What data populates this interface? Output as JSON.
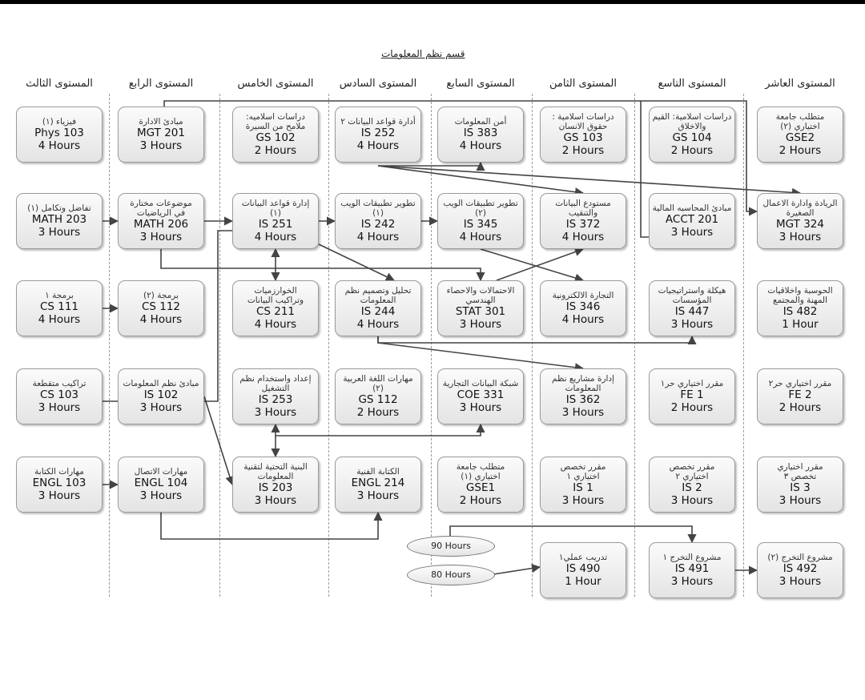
{
  "title": "قسم نظم المعلومات",
  "levels": [
    {
      "id": "l10",
      "label": "المستوى العاشر"
    },
    {
      "id": "l9",
      "label": "المستوى التاسع"
    },
    {
      "id": "l8",
      "label": "المستوى الثامن"
    },
    {
      "id": "l7",
      "label": "المستوى السابع"
    },
    {
      "id": "l6",
      "label": "المستوى السادس"
    },
    {
      "id": "l5",
      "label": "المستوى الخامس"
    },
    {
      "id": "l4",
      "label": "المستوى الرابع"
    },
    {
      "id": "l3",
      "label": "المستوى الثالث"
    }
  ],
  "courses": [
    {
      "id": "phys103",
      "name": "فيزياء (١)",
      "code": "Phys 103",
      "hours": "4 Hours"
    },
    {
      "id": "math203",
      "name": "تفاضل وتكامل (١)",
      "code": "MATH 203",
      "hours": "3 Hours"
    },
    {
      "id": "cs111",
      "name": "برمجة ١",
      "code": "CS 111",
      "hours": "4 Hours"
    },
    {
      "id": "cs103",
      "name": "تراكيب متقطعة",
      "code": "CS 103",
      "hours": "3 Hours"
    },
    {
      "id": "engl103",
      "name": "مهارات الكتابة",
      "code": "ENGL 103",
      "hours": "3 Hours"
    },
    {
      "id": "mgt201",
      "name": "مبادئ الادارة",
      "code": "MGT 201",
      "hours": "3 Hours"
    },
    {
      "id": "math206",
      "name": "موضوعات مختارة\nفي الرياضيات",
      "code": "MATH 206",
      "hours": "3 Hours"
    },
    {
      "id": "cs112",
      "name": "برمجة (٢)",
      "code": "CS 112",
      "hours": "4 Hours"
    },
    {
      "id": "is102",
      "name": "مبادئ نظم المعلومات",
      "code": "IS 102",
      "hours": "3 Hours"
    },
    {
      "id": "engl104",
      "name": "مهارات الاتصال",
      "code": "ENGL 104",
      "hours": "3 Hours"
    },
    {
      "id": "gs102",
      "name": "دراسات اسلاميه:\nملامح من السيرة",
      "code": "GS 102",
      "hours": "2 Hours"
    },
    {
      "id": "is251",
      "name": "إدارة قواعد البيانات\n(١)",
      "code": "IS 251",
      "hours": "4 Hours"
    },
    {
      "id": "cs211",
      "name": "الخوارزميات\nوتراكيب البيانات",
      "code": "CS 211",
      "hours": "4 Hours"
    },
    {
      "id": "is253",
      "name": "إعداد واستخدام نظم\nالتشغيل",
      "code": "IS 253",
      "hours": "3 Hours"
    },
    {
      "id": "is203",
      "name": "البنية التحتية لتقنية\nالمعلومات",
      "code": "IS 203",
      "hours": "3 Hours"
    },
    {
      "id": "is252",
      "name": "أدارة قواعد البيانات ٢",
      "code": "IS 252",
      "hours": "4 Hours"
    },
    {
      "id": "is242",
      "name": "تطوير تطبيقات الويب\n(١)",
      "code": "IS 242",
      "hours": "4 Hours"
    },
    {
      "id": "is244",
      "name": "تحليل وتصميم نظم\nالمعلومات",
      "code": "IS 244",
      "hours": "4 Hours"
    },
    {
      "id": "gs112",
      "name": "مهارات اللغة العربية\n(٢)",
      "code": "GS 112",
      "hours": "2 Hours"
    },
    {
      "id": "engl214",
      "name": "الكتابة الفنية",
      "code": "ENGL 214",
      "hours": "3 Hours"
    },
    {
      "id": "is383",
      "name": "أمن المعلومات",
      "code": "IS 383",
      "hours": "4 Hours"
    },
    {
      "id": "is345",
      "name": "تطوير تطبيقات الويب\n(٢)",
      "code": "IS 345",
      "hours": "4 Hours"
    },
    {
      "id": "stat301",
      "name": "الاحتمالات والاحصاء\nالهندسي",
      "code": "STAT 301",
      "hours": "3 Hours"
    },
    {
      "id": "coe331",
      "name": "شبكة البيانات التجارية",
      "code": "COE 331",
      "hours": "3 Hours"
    },
    {
      "id": "gse1",
      "name": "متطلب جامعة\nاختياري (١)",
      "code": "GSE1",
      "hours": "2 Hours"
    },
    {
      "id": "gs103",
      "name": "دراسات اسلامية :\nحقوق الانسان",
      "code": "GS 103",
      "hours": "2 Hours"
    },
    {
      "id": "is372",
      "name": "مستودع البيانات\nوالتنقيب",
      "code": "IS 372",
      "hours": "4 Hours"
    },
    {
      "id": "is346",
      "name": "التجارة الالكترونية",
      "code": "IS 346",
      "hours": "4 Hours"
    },
    {
      "id": "is362",
      "name": "إدارة مشاريع نظم\nالمعلومات",
      "code": "IS 362",
      "hours": "3 Hours"
    },
    {
      "id": "is1",
      "name": "مقرر تخصص\nاختياري ١",
      "code": "IS 1",
      "hours": "3 Hours"
    },
    {
      "id": "gs104",
      "name": "دراسات اسلامية: القيم\nوالاخلاق",
      "code": "GS 104",
      "hours": "2 Hours"
    },
    {
      "id": "acct201",
      "name": "مبادئ المحاسبه المالية",
      "code": "ACCT 201",
      "hours": "3 Hours"
    },
    {
      "id": "is447",
      "name": "هيكلة واستراتيجيات\nالمؤسسات",
      "code": "IS 447",
      "hours": "3 Hours"
    },
    {
      "id": "fe1",
      "name": "مقرر اختياري حر١",
      "code": "FE 1",
      "hours": "2 Hours"
    },
    {
      "id": "is2",
      "name": "مقرر تخصص\nاختياري ٢",
      "code": "IS 2",
      "hours": "3 Hours"
    },
    {
      "id": "gse2",
      "name": "متطلب جامعة\nاختياري (٢)",
      "code": "GSE2",
      "hours": "2 Hours"
    },
    {
      "id": "mgt324",
      "name": "الريادة وادارة الاعمال\nالصغيرة",
      "code": "MGT 324",
      "hours": "3 Hours"
    },
    {
      "id": "is482",
      "name": "الحوسبة واخلاقيات\nالمهنة والمجتمع",
      "code": "IS 482",
      "hours": "1 Hour"
    },
    {
      "id": "fe2",
      "name": "مقرر اختياري حر٢",
      "code": "FE 2",
      "hours": "2 Hours"
    },
    {
      "id": "is3",
      "name": "مقرر اختياري\nتخصص ٣",
      "code": "IS 3",
      "hours": "3 Hours"
    },
    {
      "id": "is490",
      "name": "تدريب عملي١",
      "code": "IS 490",
      "hours": "1 Hour"
    },
    {
      "id": "is491",
      "name": "مشروع التخرج ١",
      "code": "IS 491",
      "hours": "3 Hours"
    },
    {
      "id": "is492",
      "name": "مشروع التخرج (٢)",
      "code": "IS 492",
      "hours": "3 Hours"
    }
  ],
  "notes": [
    {
      "id": "h90",
      "text": "90 Hours"
    },
    {
      "id": "h80",
      "text": "80 Hours"
    }
  ]
}
